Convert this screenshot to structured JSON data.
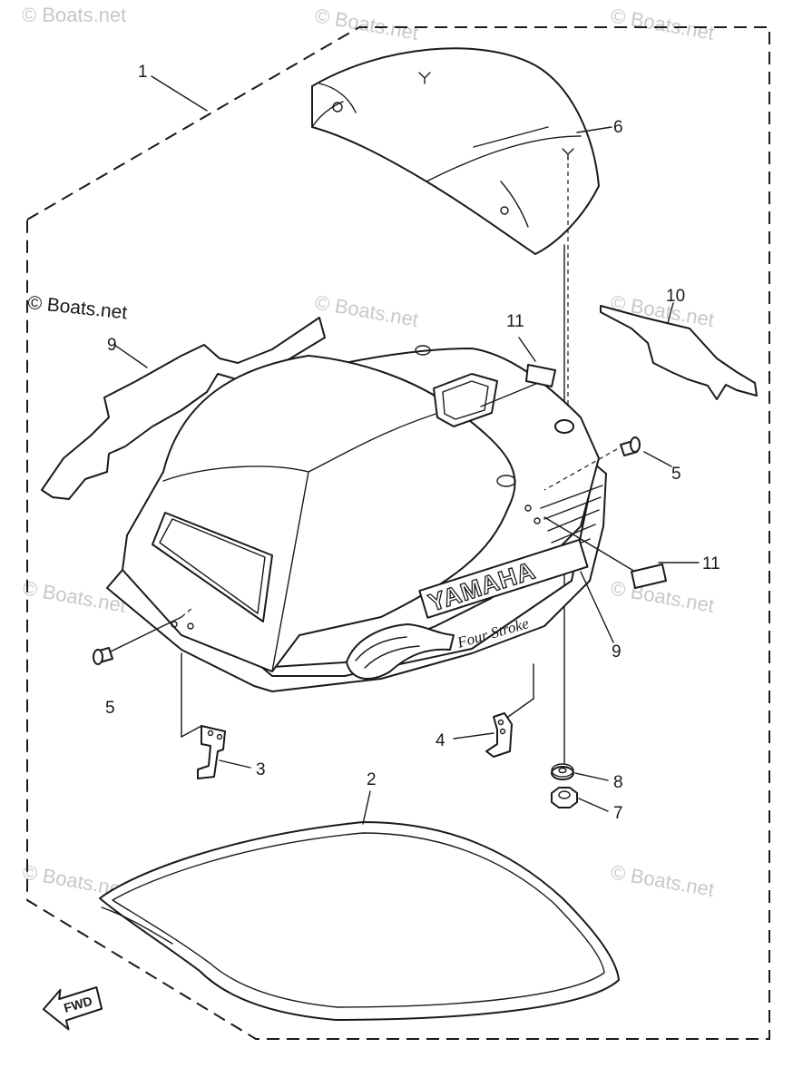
{
  "watermark": {
    "text": "© Boats.net",
    "copyright_text": "© Boats.net"
  },
  "cover_logo": {
    "brand": "YAMAHA",
    "model_text": "Four Stroke"
  },
  "direction_marker": {
    "text": "FWD"
  },
  "callouts": [
    {
      "number": "1",
      "part": "top-cowling-assembly"
    },
    {
      "number": "2",
      "part": "seal"
    },
    {
      "number": "3",
      "part": "front-bracket"
    },
    {
      "number": "4",
      "part": "rear-bracket"
    },
    {
      "number": "5",
      "part": "screw-front"
    },
    {
      "number": "5",
      "part": "screw-rear"
    },
    {
      "number": "6",
      "part": "rear-cover"
    },
    {
      "number": "7",
      "part": "nut"
    },
    {
      "number": "8",
      "part": "washer"
    },
    {
      "number": "9",
      "part": "graphic-left"
    },
    {
      "number": "9",
      "part": "graphic-right"
    },
    {
      "number": "10",
      "part": "graphic-10"
    },
    {
      "number": "11",
      "part": "plate-top"
    },
    {
      "number": "11",
      "part": "plate-side"
    }
  ]
}
